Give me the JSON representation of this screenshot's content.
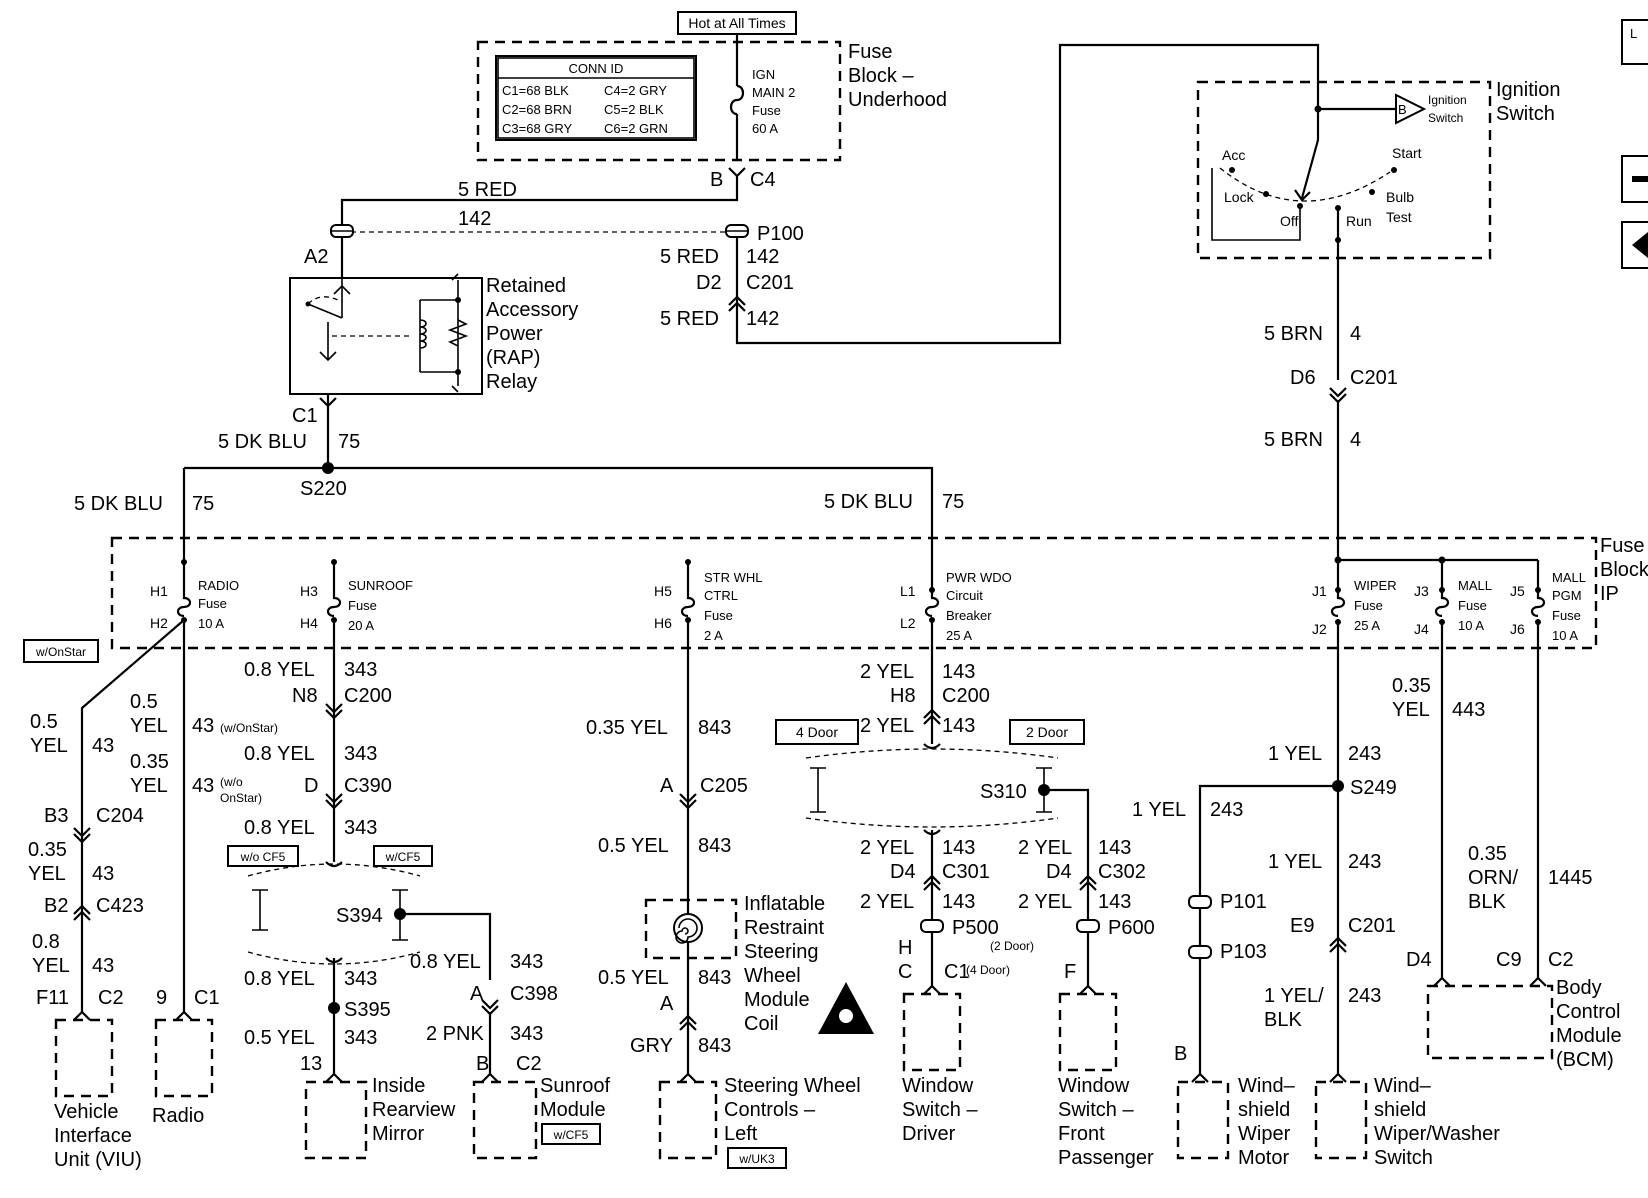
{
  "labels": {
    "hot_at_all_times": "Hot at All Times",
    "conn_id_title": "CONN ID",
    "conn_c1": "C1=68 BLK",
    "conn_c2": "C2=68 BRN",
    "conn_c3": "C3=68 GRY",
    "conn_c4": "C4=2 GRY",
    "conn_c5": "C5=2 BLK",
    "conn_c6": "C6=2 GRN",
    "fuse_block_underhood_1": "Fuse",
    "fuse_block_underhood_2": "Block –",
    "fuse_block_underhood_3": "Underhood",
    "ign_main_1": "IGN",
    "ign_main_2": "MAIN 2",
    "ign_main_3": "Fuse",
    "ign_main_4": "60 A",
    "c4_pin": "B",
    "c4": "C4",
    "red_5_a": "5 RED",
    "circ_142_a": "142",
    "p100": "P100",
    "red_5_b": "5 RED",
    "circ_142_b": "142",
    "d2": "D2",
    "c201_a": "C201",
    "red_5_c": "5 RED",
    "circ_142_c": "142",
    "a2": "A2",
    "rap_1": "Retained",
    "rap_2": "Accessory",
    "rap_3": "Power",
    "rap_4": "(RAP)",
    "rap_5": "Relay",
    "c1_rap": "C1",
    "dkblu_a": "5 DK BLU",
    "circ_75_a": "75",
    "s220": "S220",
    "dkblu_b": "5 DK BLU",
    "circ_75_b": "75",
    "dkblu_c": "5 DK BLU",
    "circ_75_c": "75",
    "ign_switch_title_1": "Ignition",
    "ign_switch_title_2": "Switch",
    "ign_switch_b": "B",
    "ign_switch_small_1": "Ignition",
    "ign_switch_small_2": "Switch",
    "acc": "Acc",
    "start": "Start",
    "lock": "Lock",
    "off": "Off",
    "run": "Run",
    "bulb_test_1": "Bulb",
    "bulb_test_2": "Test",
    "brn_5_a": "5 BRN",
    "circ_4_a": "4",
    "d6": "D6",
    "c201_b": "C201",
    "brn_5_b": "5 BRN",
    "circ_4_b": "4",
    "fuse_ip_1": "Fuse",
    "fuse_ip_2": "Block –",
    "fuse_ip_3": "IP",
    "h1": "H1",
    "h2": "H2",
    "radio_fuse_1": "RADIO",
    "radio_fuse_2": "Fuse",
    "radio_fuse_3": "10 A",
    "h3": "H3",
    "h4": "H4",
    "sunroof_fuse_1": "SUNROOF",
    "sunroof_fuse_2": "Fuse",
    "sunroof_fuse_3": "20 A",
    "h5": "H5",
    "h6": "H6",
    "strwhl_fuse_1": "STR WHL",
    "strwhl_fuse_2": "CTRL",
    "strwhl_fuse_3": "Fuse",
    "strwhl_fuse_4": "2 A",
    "l1": "L1",
    "l2": "L2",
    "pwrwdo_1": "PWR WDO",
    "pwrwdo_2": "Circuit",
    "pwrwdo_3": "Breaker",
    "pwrwdo_4": "25 A",
    "j1": "J1",
    "j2": "J2",
    "wiper_fuse_1": "WIPER",
    "wiper_fuse_2": "Fuse",
    "wiper_fuse_3": "25 A",
    "j3": "J3",
    "j4": "J4",
    "mall_fuse_1": "MALL",
    "mall_fuse_2": "Fuse",
    "mall_fuse_3": "10 A",
    "j5": "J5",
    "j6": "J6",
    "mallpgm_1": "MALL",
    "mallpgm_2": "PGM",
    "mallpgm_3": "Fuse",
    "mallpgm_4": "10 A",
    "w_onstar": "w/OnStar",
    "yel05_a1": "0.5",
    "yel05_a2": "YEL",
    "c43_a": "43",
    "yel05_b1": "0.5",
    "yel05_b2": "YEL",
    "c43_b": "43",
    "w_onstar_small": "(w/OnStar)",
    "yel035_a1": "0.35",
    "yel035_a2": "YEL",
    "c43_c": "43",
    "wo_onstar_1": "(w/o",
    "wo_onstar_2": "OnStar)",
    "b3": "B3",
    "c204": "C204",
    "yel035_b1": "0.35",
    "yel035_b2": "YEL",
    "c43_d": "43",
    "b2": "B2",
    "c423": "C423",
    "yel08_a1": "0.8",
    "yel08_a2": "YEL",
    "c43_e": "43",
    "f11": "F11",
    "c2_viu": "C2",
    "pin9": "9",
    "c1_radio": "C1",
    "viu_1": "Vehicle",
    "viu_2": "Interface",
    "viu_3": "Unit (VIU)",
    "radio": "Radio",
    "yel08_343_a": "0.8 YEL",
    "c343_a": "343",
    "n8": "N8",
    "c200_a": "C200",
    "yel08_343_b": "0.8 YEL",
    "c343_b": "343",
    "pin_d": "D",
    "c390": "C390",
    "yel08_343_c": "0.8 YEL",
    "c343_c": "343",
    "wo_cf5": "w/o CF5",
    "w_cf5": "w/CF5",
    "s394": "S394",
    "yel08_343_d": "0.8 YEL",
    "c343_d": "343",
    "s395": "S395",
    "yel05_343": "0.5 YEL",
    "c343_e": "343",
    "pin13": "13",
    "yel08_343_e": "0.8 YEL",
    "c343_f": "343",
    "pin_a_c398": "A",
    "c398": "C398",
    "pnk2": "2 PNK",
    "c343_g": "343",
    "pin_b_c2": "B",
    "c2_sunroof": "C2",
    "mirror_1": "Inside",
    "mirror_2": "Rearview",
    "mirror_3": "Mirror",
    "sunroof_1": "Sunroof",
    "sunroof_2": "Module",
    "w_cf5_b": "w/CF5",
    "yel035_843": "0.35 YEL",
    "c843_a": "843",
    "pin_a_c205": "A",
    "c205": "C205",
    "yel05_843_a": "0.5 YEL",
    "c843_b": "843",
    "coil_1": "Inflatable",
    "coil_2": "Restraint",
    "coil_3": "Steering",
    "coil_4": "Wheel",
    "coil_5": "Module",
    "coil_6": "Coil",
    "yel05_843_b": "0.5 YEL",
    "c843_c": "843",
    "pin_a_coil": "A",
    "gry": "GRY",
    "c843_d": "843",
    "swc_1": "Steering Wheel",
    "swc_2": "Controls –",
    "swc_3": "Left",
    "w_uk3": "w/UK3",
    "yel2_143_a": "2 YEL",
    "c143_a": "143",
    "h8": "H8",
    "c200_b": "C200",
    "four_door": "4 Door",
    "yel2_143_b": "2 YEL",
    "c143_b": "143",
    "two_door": "2 Door",
    "s310": "S310",
    "yel2_143_c": "2 YEL",
    "c143_c": "143",
    "d4_a": "D4",
    "c301": "C301",
    "yel2_143_d": "2 YEL",
    "c143_d": "143",
    "yel2_143_e": "2 YEL",
    "c143_e": "143",
    "p500": "P500",
    "p500_2door": "(2 Door)",
    "pin_h": "H",
    "pin_c": "C",
    "c1_driver": "C1",
    "p500_4door": "(4 Door)",
    "yel2_143_f": "2 YEL",
    "c143_f": "143",
    "d4_b": "D4",
    "c302": "C302",
    "yel2_143_g": "2 YEL",
    "c143_g": "143",
    "p600": "P600",
    "pin_f": "F",
    "driver_1": "Window",
    "driver_2": "Switch –",
    "driver_3": "Driver",
    "pass_1": "Window",
    "pass_2": "Switch –",
    "pass_3": "Front",
    "pass_4": "Passenger",
    "yel035_443_1": "0.35",
    "yel035_443_2": "YEL",
    "c443": "443",
    "yel1_243_a": "1 YEL",
    "c243_a": "243",
    "s249": "S249",
    "yel1_243_b": "1 YEL",
    "c243_b": "243",
    "yel1_243_c": "1 YEL",
    "c243_c": "243",
    "p101": "P101",
    "e9": "E9",
    "c201_c": "C201",
    "p103": "P103",
    "yelblk_1": "1 YEL/",
    "yelblk_2": "BLK",
    "c243_d": "243",
    "pin_b_wiper": "B",
    "orn035_1": "0.35",
    "orn035_2": "ORN/",
    "orn035_3": "BLK",
    "c1445": "1445",
    "d4_bcm": "D4",
    "c9": "C9",
    "c2_bcm": "C2",
    "bcm_1": "Body",
    "bcm_2": "Control",
    "bcm_3": "Module",
    "bcm_4": "(BCM)",
    "wiper_motor_1": "Wind–",
    "wiper_motor_2": "shield",
    "wiper_motor_3": "Wiper",
    "wiper_motor_4": "Motor",
    "wiper_switch_1": "Wind–",
    "wiper_switch_2": "shield",
    "wiper_switch_3": "Wiper/Washer",
    "wiper_switch_4": "Switch",
    "edge_label": "L"
  }
}
